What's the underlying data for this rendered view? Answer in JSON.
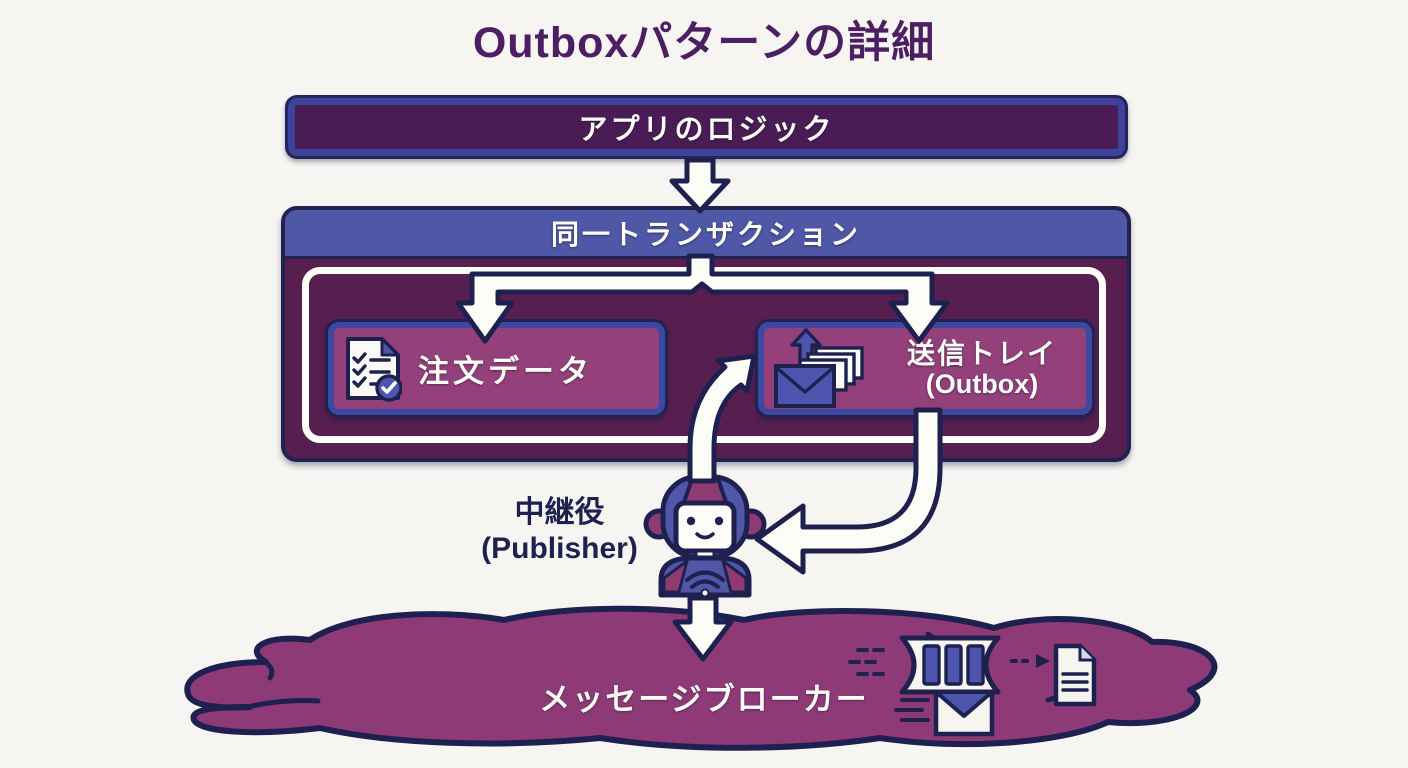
{
  "title": "Outboxパターンの詳細",
  "app_logic": {
    "label": "アプリのロジック"
  },
  "transaction": {
    "header": "同一トランザクション"
  },
  "order_data": {
    "label": "注文データ",
    "icon": "checklist-document-icon"
  },
  "outbox": {
    "label": "送信トレイ",
    "sublabel": "(Outbox)",
    "icon": "outgoing-mail-stack-icon"
  },
  "publisher": {
    "label": "中継役",
    "sublabel": "(Publisher)",
    "icon": "robot-icon"
  },
  "broker": {
    "label": "メッセージブローカー",
    "icons": [
      "message-queue-icon",
      "document-icon",
      "envelope-icon"
    ]
  },
  "colors": {
    "background": "#f7f5f1",
    "outline_navy": "#1e2150",
    "title_purple": "#4c1e64",
    "app_box_fill": "#4a1c55",
    "blue_ring": "#3e429a",
    "transaction_header_blue": "#4f57a7",
    "transaction_body_plum": "#561f50",
    "node_magenta": "#93407b",
    "node_border_blue": "#3c49a2",
    "cloud_magenta": "#8d3a77",
    "arrow_white": "#fdfdf8",
    "icon_indigo": "#4d55ae",
    "robot_indigo": "#5157a8",
    "robot_magenta": "#8f3b72"
  }
}
